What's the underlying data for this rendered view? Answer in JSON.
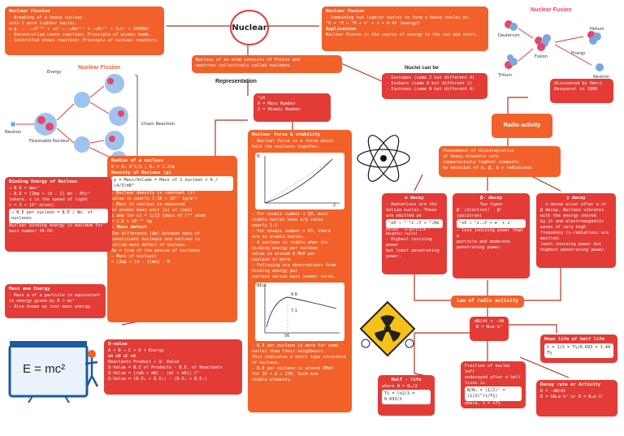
{
  "center": {
    "title": "Nuclear"
  },
  "representation": "Representation",
  "fission_box": {
    "heading": "Nuclear Fission",
    "lines": [
      "- Breaking of a heavy nucleus",
      "into 2 more lighter nuclei.",
      "e.g. :- ₉₂U²³⁵ + ₀n¹ → ₅₆Ba¹⁴¹ + ₃₆Kr⁹² + 3₀n¹ + 200MeV",
      "- Uncontrolled chain reaction: Principle of atomic bomb.",
      "- Controlled chain reaction: Principle of nuclear reactors."
    ]
  },
  "fusion_box": {
    "heading": "Nuclear Fusion",
    "lines": [
      "- Combining two lighter nuclei to form a heavy nuclei ex.",
      "¹H + ¹H → ²H + e⁺ + ν + 0.42 (energy)"
    ],
    "application_h": "Application",
    "application": "Nuclear Fusion is the source of energy in the sun and stars."
  },
  "fusion_fig": {
    "title": "Nuclear Fusion",
    "labels": [
      "Deuterium",
      "Tritium",
      "Fusion",
      "Helium",
      "Neutron",
      "Energy"
    ]
  },
  "fission_fig": {
    "title": "Nuclear Fission",
    "energy": "Energy",
    "chain": "Chain Reaction",
    "labels": [
      "Fissionable Nucleus",
      "Neutron"
    ]
  },
  "atom_box": {
    "lines": [
      "Nucleus of an atom consists of Proton and",
      "neutrons collectively called nucleons."
    ]
  },
  "representation_box": {
    "lines": [
      "ᴬzX",
      "A = Mass Number",
      "Z = Atomic Number"
    ]
  },
  "nuclei_can_be": {
    "heading": "Nuclei can be",
    "lines": [
      "- Isotopes (same Z but different A)",
      "- Isobars (same A but different Z)",
      "- Isotones (same N but different A)"
    ]
  },
  "radio_activity": {
    "label": "Radio activity",
    "discovered": [
      "discovered by Henri",
      "Becquerel in 1896"
    ],
    "phenomenon": [
      "Phenomenon of disintegration",
      "of heavy elements into",
      "comparatively lighter elements",
      "by emission of α, β, & γ radiations."
    ]
  },
  "alpha": {
    "heading": "α decay",
    "lines": [
      "- Radiations are the",
      "helium nuclei. These",
      "are emitted as"
    ],
    "eq": "ᴬzX → ᴬ⁻⁴z₋₂Y + ⁴₂He",
    "eq_labels": [
      "Parent",
      "α-particle",
      "Daughter nuclei"
    ],
    "after": [
      "- Highest ionizing power",
      "but least penetrating",
      "power."
    ]
  },
  "beta": {
    "heading": "β- decay",
    "sub": "Two types",
    "types": [
      "β⁻ (electron)",
      "β⁺ (positron)"
    ],
    "eq": "ᴬzX → ᴬz₊₁Y + e⁻ + ν̄",
    "after": [
      "- less ionizing power than α",
      "  particle and moderate",
      "  penetrating power."
    ]
  },
  "gamma": {
    "heading": "γ decay",
    "lines": [
      "- γ-decay occur after α or",
      "  β decay. Nucleus vibrates",
      "  with the energy shared",
      "  by it and electromagnetic",
      "  waves of very high",
      "  frequency (γ-radiation) are",
      "  emitted.",
      "  least ionizing power but",
      "  highest penetrating power."
    ]
  },
  "law": {
    "label": "Law of radio activity",
    "eq1": "dN/dt ∝ -λN",
    "eq2": "N = N₀e⁻λᵗ"
  },
  "mean_life": {
    "heading": "Mean life of half life",
    "eq": "τ = 1/λ = T½/0.693 = 1.44 T½"
  },
  "half_life": {
    "heading": "Half - life",
    "eq1": "where N = N₀/2",
    "eq2": "T½ = ln2/λ = 0.693/λ"
  },
  "fraction": {
    "lines": [
      "Fraction of nuclei left",
      "undecayed after n half",
      "lives is"
    ],
    "eq": "N/N₀ = (1/2)ⁿ = (1/2)^(t/T½)",
    "eq2": "where, t = nT½"
  },
  "decay_rate": {
    "heading": "Decay rate or Activity",
    "eq": "R = -dN/dt",
    "eq2": "R = λN₀e⁻λᵗ  or  R = R₀e⁻λᵗ"
  },
  "radius": {
    "heading": "Radius of a nucleus",
    "eq": "R = R₀ A^1/3 ; R₀ = 1.2fm",
    "density_h": "Density of Nucleus (ρ)",
    "density_eq": "ρ = Mass/Volume = Mass of 1 nucleon × A / (4/3)πR³",
    "density_lines": [
      "- Nuclear density is constant (it",
      "  value is nearly 2.38 × 10¹⁷ kg/m³)"
    ],
    "mass_lines": [
      "- Mass of nucleus is measured",
      "  in atomic mass unit (u) or (amu)",
      "  1 amu (or u) = 1/12 (mass of C¹² atom",
      "  = 1.6 × 10⁻²⁷ kg"
    ],
    "defect_h": "- Mass defect",
    "defect_lines": [
      "The difference (Δm) between mass of",
      "constituent nucleons and nucleus is",
      "called mass defect of nucleus.",
      "Δm = (sum of the masses of nucleons",
      "- Mass of nucleus)",
      "= [Zmp + (A - Z)mn] - M"
    ]
  },
  "binding": {
    "heading": "Binding Energy of Nucleus",
    "lines": [
      "→ B.E = Δmc²",
      "→ B.E = [Zmp + (A - Z) mn - M]c²",
      "(where, c is the speed of light",
      "c = 3 × 10⁸ m/sec)",
      "→ B.E per nucleon = B.E / No. of nucleons"
    ],
    "after": "Nuclear binding energy is maximum for mass number 56-60."
  },
  "mass_energy": {
    "heading": "Mass ane Energy",
    "lines": [
      "- Mass m of a particle is equivalent",
      "  to energy given by E = mc²",
      "- Also known as rest mass energy."
    ]
  },
  "emc": "E = mc²",
  "qvalue": {
    "heading": "Q-value",
    "lines": [
      "A + B → C + D + Energy",
      "mA  mB      mC   mD",
      "Reactants    Product + Q- Value",
      "Q-Value  =  B.E of Products - B.E. of Reactants",
      "Q-Value  =  [(mA + mB) - (mC + mD)] C²",
      "Q-Value  =  (B.E₁ + B.E₂) - (B.E₃ + B.E₄)"
    ]
  },
  "force": {
    "heading": "Nuclear force & stability",
    "lines": [
      "- Nuclear force is a force which",
      "  hold the nucleons together."
    ],
    "plot1_x": "Z",
    "plot1_y": "N",
    "mid": [
      "- For atomic number < 20, most",
      "  stable nuclei have n/p ratio",
      "  nearly 1:1",
      "- For atomic number > 83, there",
      "  are no stable nuclei.",
      "- A nucleus is stable when its",
      "  binding energy per nucleon",
      "  value is around 8 MeV per",
      "  nucleon or more.",
      "- Following are observations from",
      "  binding energy per",
      "  nucleon versus mass number curve."
    ],
    "plot2_y": "BE/A",
    "plot2_x": "56",
    "plot2_v1": "8.8",
    "plot2_v2": "7.1",
    "end": [
      "- B.E per nucleon is more for some",
      "  nuclei than their neighbours.",
      "  This indicates a shell type structure",
      "  of nucleus.",
      "- B.E per nucleon is around 8MeV",
      "  for 30 < A < 170. Such are",
      "  stable elements."
    ]
  },
  "colors": {
    "orange": "#f2612a",
    "red": "#e33b36",
    "pink": "#e8456b",
    "line": "#b5331f"
  }
}
